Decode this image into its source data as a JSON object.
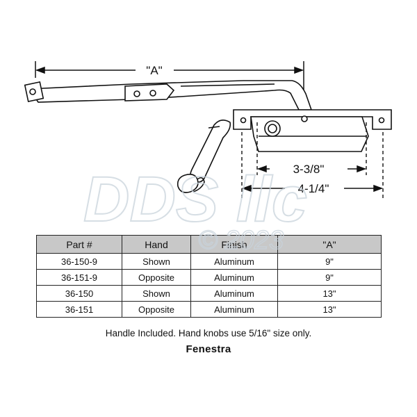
{
  "drawing": {
    "dim_a_label": "\"A\"",
    "dim_1_label": "3-3/8\"",
    "dim_2_label": "4-1/4\""
  },
  "watermark": {
    "text": "DDS llc",
    "copyright": "© 2023"
  },
  "table": {
    "headers": [
      "Part #",
      "Hand",
      "Finish",
      "\"A\""
    ],
    "rows": [
      [
        "36-150-9",
        "Shown",
        "Aluminum",
        "9\""
      ],
      [
        "36-151-9",
        "Opposite",
        "Aluminum",
        "9\""
      ],
      [
        "36-150",
        "Shown",
        "Aluminum",
        "13\""
      ],
      [
        "36-151",
        "Opposite",
        "Aluminum",
        "13\""
      ]
    ]
  },
  "note": "Handle Included. Hand knobs use 5/16\" size only.",
  "brand": "Fenestra",
  "colors": {
    "header_bg": "#c8c8c8",
    "line": "#222222",
    "watermark": "#cfd8e0"
  }
}
